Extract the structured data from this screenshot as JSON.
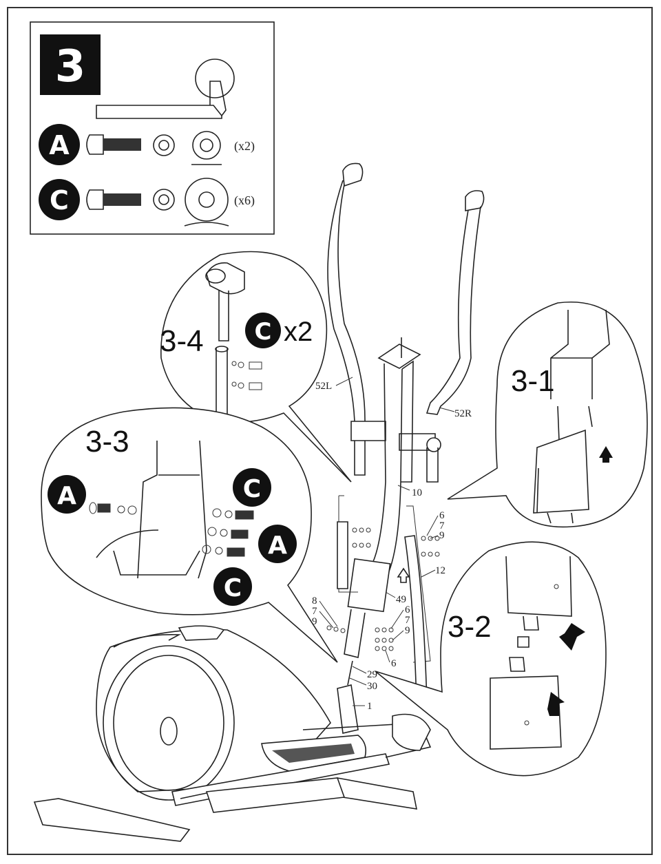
{
  "step": "3",
  "hardware": [
    {
      "badge": "A",
      "qty": "(x2)"
    },
    {
      "badge": "C",
      "qty": "(x6)"
    }
  ],
  "details": {
    "d34": {
      "title": "3-4",
      "badge": "C",
      "qty": "x2"
    },
    "d33": {
      "title": "3-3",
      "badges": [
        "A",
        "C",
        "A",
        "C"
      ]
    },
    "d31": {
      "title": "3-1"
    },
    "d32": {
      "title": "3-2"
    }
  },
  "part_labels": {
    "p52L": "52L",
    "p52R": "52R",
    "p10": "10",
    "p12": "12",
    "p49": "49",
    "p1": "1",
    "p29": "29",
    "p30": "30",
    "r6a": "6",
    "r7a": "7",
    "r9a": "9",
    "l8": "8",
    "l7": "7",
    "l9": "9",
    "r6b": "6",
    "r7b": "7",
    "r9b": "9",
    "r6c": "6"
  }
}
